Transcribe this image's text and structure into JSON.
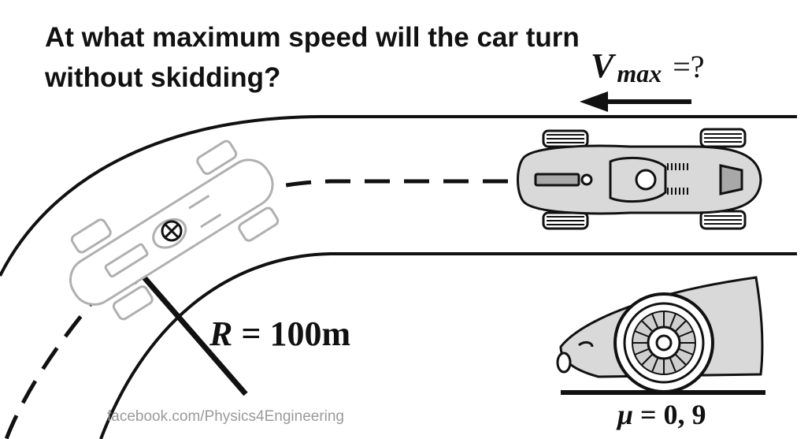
{
  "question": "At what maximum speed will the car turn without skidding?",
  "speed_label": {
    "symbol": "V",
    "subscript": "max",
    "suffix": "=?"
  },
  "radius_label": {
    "symbol": "R",
    "equals": "=",
    "value": "100m"
  },
  "friction_label": {
    "symbol": "μ",
    "equals": "=",
    "value": "0, 9"
  },
  "watermark": "facebook.com/Physics4Engineering",
  "colors": {
    "line": "#111111",
    "car_body": "#d9d9d9",
    "ghost_car": "#b0b0b0",
    "watermark": "#9a9a9a"
  }
}
